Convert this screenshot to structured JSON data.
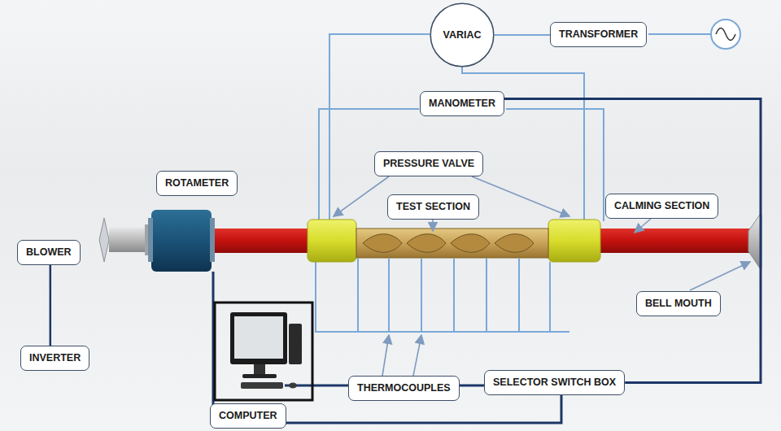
{
  "diagram": {
    "nodes": [
      {
        "text": [
          "VARIAC"
        ]
      },
      {
        "text": [
          "TRANSFORMER"
        ]
      },
      {
        "text": [
          "MANOMETER"
        ]
      },
      {
        "text": [
          "PRESSURE VALVE"
        ]
      },
      {
        "text": [
          "BLOWER"
        ]
      },
      {
        "text": [
          "ROTAMETER"
        ]
      },
      {
        "text": [
          "TEST SECTION"
        ]
      },
      {
        "text": [
          "CALMING SECTION"
        ]
      },
      {
        "text": [
          "BELL MOUTH"
        ]
      },
      {
        "text": [
          "INVERTER"
        ]
      },
      {
        "text": [
          "THERMOCOUPLES"
        ]
      },
      {
        "text": [
          "SELECTOR SWITCH BOX"
        ]
      },
      {
        "text": [
          "COMPUTER"
        ]
      }
    ],
    "edges": [
      {
        "from": 0,
        "to": 1,
        "arrow": "none"
      },
      {
        "from": 2,
        "to": 11,
        "arrow": "none"
      },
      {
        "from": 4,
        "to": 9,
        "arrow": "none"
      }
    ]
  }
}
